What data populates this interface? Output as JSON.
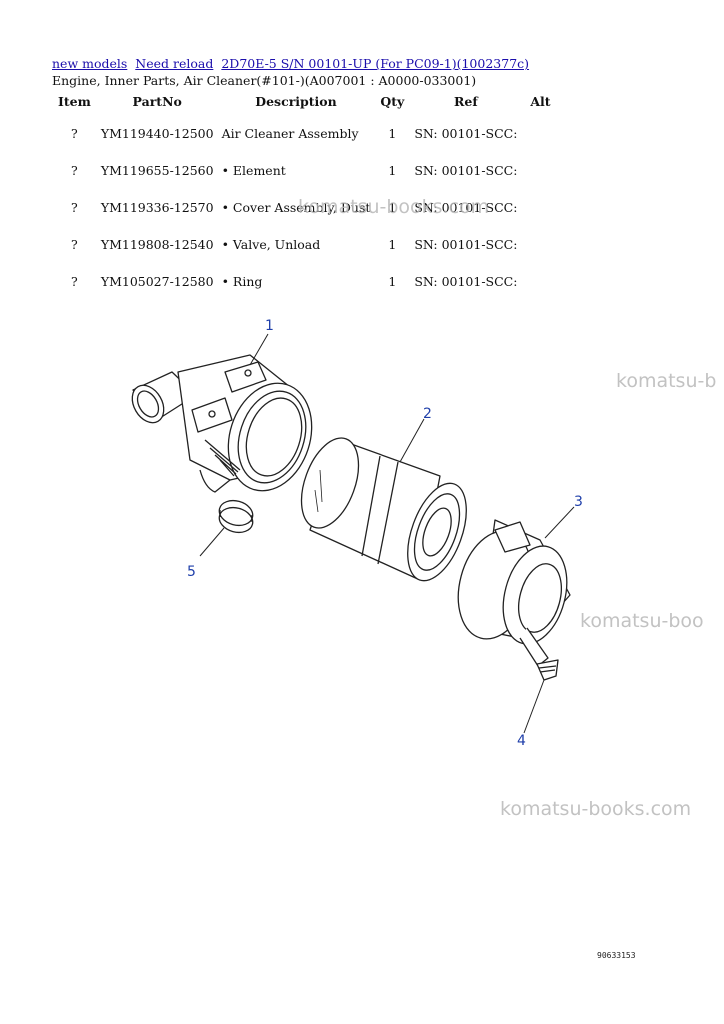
{
  "breadcrumb": {
    "links": [
      "new models",
      "Need reload",
      "2D70E-5 S/N 00101-UP (For PC09-1)(1002377c)"
    ]
  },
  "subtitle": "Engine, Inner Parts, Air Cleaner(#101-)(A007001 : A0000-033001)",
  "table": {
    "headers": [
      "Item",
      "PartNo",
      "Description",
      "Qty",
      "Ref",
      "Alt"
    ],
    "rows": [
      {
        "item": "?",
        "part_no": "YM119440-12500",
        "description": "Air Cleaner Assembly",
        "qty": "1",
        "ref": "SN: 00101-SCC:",
        "alt": ""
      },
      {
        "item": "?",
        "part_no": "YM119655-12560",
        "description": "• Element",
        "qty": "1",
        "ref": "SN: 00101-SCC:",
        "alt": ""
      },
      {
        "item": "?",
        "part_no": "YM119336-12570",
        "description": "• Cover Assembly, Dust",
        "qty": "1",
        "ref": "SN: 00101-SCC:",
        "alt": ""
      },
      {
        "item": "?",
        "part_no": "YM119808-12540",
        "description": "• Valve, Unload",
        "qty": "1",
        "ref": "SN: 00101-SCC:",
        "alt": ""
      },
      {
        "item": "?",
        "part_no": "YM105027-12580",
        "description": "• Ring",
        "qty": "1",
        "ref": "SN: 00101-SCC:",
        "alt": ""
      }
    ]
  },
  "watermarks": [
    "komatsu-books.com",
    "komatsu-b",
    "komatsu-boo",
    "komatsu-books.com"
  ],
  "diagram": {
    "callouts": [
      "1",
      "2",
      "3",
      "4",
      "5"
    ],
    "figure_number": "90633153",
    "callout_color": "#1f3faa"
  }
}
